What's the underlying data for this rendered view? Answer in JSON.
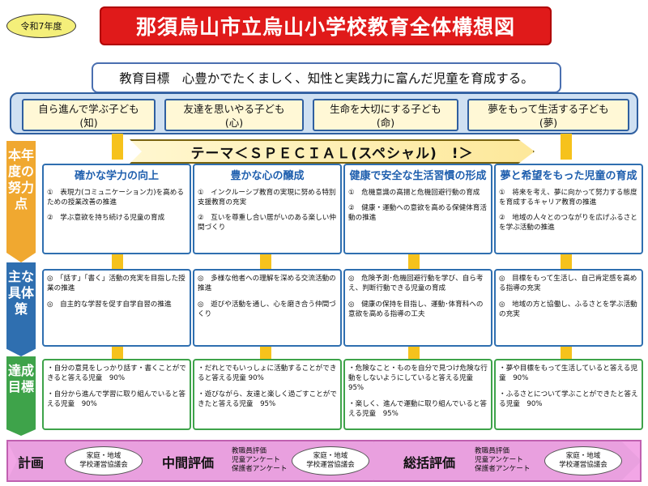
{
  "header": {
    "year_badge": "令和7年度",
    "title": "那須烏山市立烏山小学校教育全体構想図"
  },
  "goal": {
    "text": "教育目標　心豊かでたくましく、知性と実践力に富んだ児童を育成する。"
  },
  "children": [
    {
      "label": "自ら進んで学ぶ子ども",
      "sub": "(知)"
    },
    {
      "label": "友達を思いやる子ども",
      "sub": "(心)"
    },
    {
      "label": "生命を大切にする子ども",
      "sub": "(命)"
    },
    {
      "label": "夢をもって生活する子ども",
      "sub": "(夢)"
    }
  ],
  "theme": "テーマ＜ＳＰＥＣＩＡＬ(スペシャル)　!＞",
  "row_labels": {
    "effort": "本年度の努力点",
    "strategy": "主な具体策",
    "evaluation": "達成目標"
  },
  "efforts": [
    {
      "title": "確かな学力の向上",
      "items": [
        "①　表現力(コミュニケーション力)を高めるための授業改善の推進",
        "②　学ぶ意欲を持ち続ける児童の育成"
      ]
    },
    {
      "title": "豊かな心の醸成",
      "items": [
        "①　インクルーシブ教育の実現に努める特別支援教育の充実",
        "②　互いを尊重し合い居がいのある楽しい仲間づくり"
      ]
    },
    {
      "title": "健康で安全な生活習慣の形成",
      "items": [
        "①　危機意識の高揚と危機回避行動の育成",
        "②　健康・運動への意欲を高める保健体育活動の推進"
      ]
    },
    {
      "title": "夢と希望をもった児童の育成",
      "items": [
        "①　将来を考え、夢に向かって努力する態度を育成するキャリア教育の推進",
        "②　地域の人々とのつながりを広げふるさとを学ぶ活動の推進"
      ]
    }
  ],
  "strategies": [
    [
      "◎　「話す」「書く」活動の充実を目指した授業の推進",
      "◎　自主的な学習を促す自学自習の推進"
    ],
    [
      "◎　多様な他者への理解を深める交流活動の推進",
      "◎　遊びや活動を通し、心を磨き合う仲間づくり"
    ],
    [
      "◎　危険予測･危機回避行動を学び、自ら考え、判断行動できる児童の育成",
      "◎　健康の保持を目指し、運動･体育科への意欲を高める指導の工夫"
    ],
    [
      "◎　目標をもって生活し、自己肯定感を高める指導の充実",
      "◎　地域の方と協働し、ふるさとを学ぶ活動の充実"
    ]
  ],
  "targets": [
    [
      "・自分の意見をしっかり話す・書くことができると答える児童　90%",
      "・自分から進んで学習に取り組んでいると答える児童　90%"
    ],
    [
      "・だれとでもいっしょに活動することができると答える児童 90%",
      "・遊びながら、友達と楽しく過ごすことができたと答える児童　95%"
    ],
    [
      "・危険なこと・ものを自分で見つけ危険な行動をしないようにしていると答える児童　95%",
      "・楽しく、進んで運動に取り組んでいると答える児童　95%"
    ],
    [
      "・夢や目標をもって生活していると答える児童　90%",
      "・ふるさとについて学ぶことができたと答える児童　90%"
    ]
  ],
  "flow": {
    "plan": "計画",
    "mid_eval": "中間評価",
    "final_eval": "総括評価",
    "council": "家庭・地域\n学校運営協議会",
    "eval_notes": "教職員評価\n児童アンケート\n保護者アンケート"
  },
  "colors": {
    "title_red": "#e01a1a",
    "accent_blue": "#1f5fae",
    "band_yellow": "#f6c21c",
    "target_green": "#3ea34a",
    "flow_pink": "#e9a0df"
  }
}
